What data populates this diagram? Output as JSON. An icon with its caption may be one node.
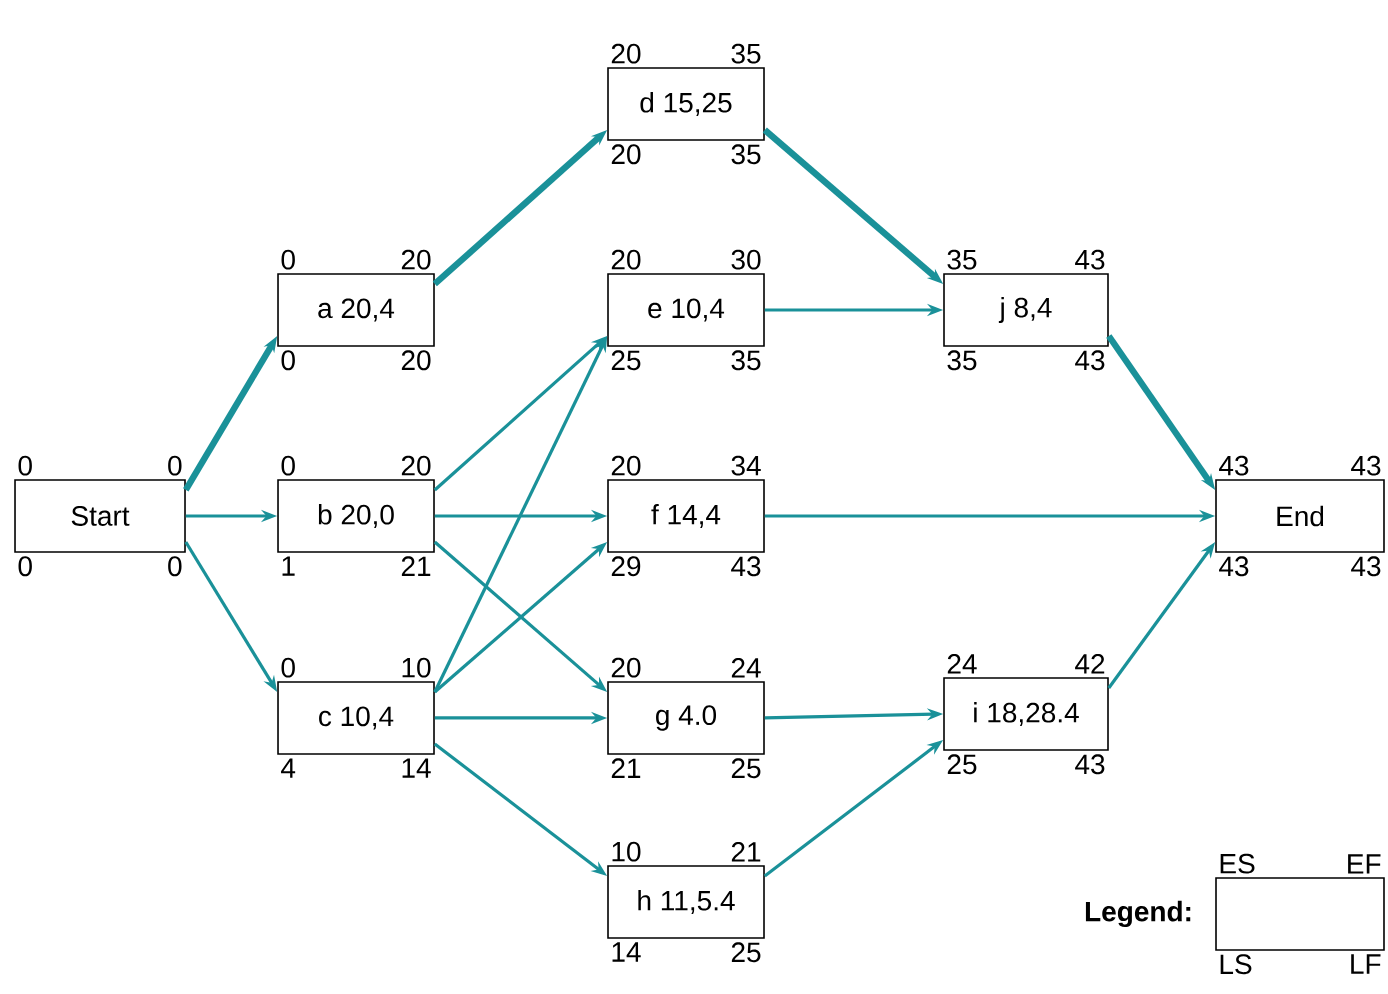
{
  "diagram": {
    "nodes": [
      {
        "text": [
          "Start"
        ],
        "beside": [
          "0",
          "0",
          "0",
          "0"
        ]
      },
      {
        "text": [
          "a 20,4"
        ],
        "beside": [
          "0",
          "20",
          "0",
          "20"
        ]
      },
      {
        "text": [
          "b 20,0"
        ],
        "beside": [
          "0",
          "20",
          "1",
          "21"
        ]
      },
      {
        "text": [
          "c 10,4"
        ],
        "beside": [
          "0",
          "10",
          "4",
          "14"
        ]
      },
      {
        "text": [
          "d 15,25"
        ],
        "beside": [
          "20",
          "35",
          "20",
          "35"
        ]
      },
      {
        "text": [
          "e 10,4"
        ],
        "beside": [
          "20",
          "30",
          "25",
          "35"
        ]
      },
      {
        "text": [
          "f 14,4"
        ],
        "beside": [
          "20",
          "34",
          "29",
          "43"
        ]
      },
      {
        "text": [
          "g 4.0"
        ],
        "beside": [
          "20",
          "24",
          "21",
          "25"
        ]
      },
      {
        "text": [
          "h 11,5.4"
        ],
        "beside": [
          "10",
          "21",
          "14",
          "25"
        ]
      },
      {
        "text": [
          "j 8,4"
        ],
        "beside": [
          "35",
          "43",
          "35",
          "43"
        ]
      },
      {
        "text": [
          "i 18,28.4"
        ],
        "beside": [
          "24",
          "42",
          "25",
          "43"
        ]
      },
      {
        "text": [
          "End"
        ],
        "beside": [
          "43",
          "43",
          "43",
          "43"
        ]
      },
      {
        "text": [],
        "shape": "box",
        "beside": [
          "ES",
          "EF",
          "LS",
          "LF"
        ]
      }
    ],
    "edges": [
      {
        "from": 0,
        "to": 1,
        "arrow": "to",
        "style": "thick"
      },
      {
        "from": 0,
        "to": 2,
        "arrow": "to"
      },
      {
        "from": 0,
        "to": 3,
        "arrow": "to"
      },
      {
        "from": 1,
        "to": 4,
        "arrow": "to",
        "style": "thick"
      },
      {
        "from": 2,
        "to": 5,
        "arrow": "to"
      },
      {
        "from": 2,
        "to": 6,
        "arrow": "to"
      },
      {
        "from": 2,
        "to": 7,
        "arrow": "to"
      },
      {
        "from": 3,
        "to": 5,
        "arrow": "to"
      },
      {
        "from": 3,
        "to": 6,
        "arrow": "to"
      },
      {
        "from": 3,
        "to": 7,
        "arrow": "to"
      },
      {
        "from": 3,
        "to": 8,
        "arrow": "to"
      },
      {
        "from": 4,
        "to": 9,
        "arrow": "to",
        "style": "thick"
      },
      {
        "from": 5,
        "to": 9,
        "arrow": "to"
      },
      {
        "from": 6,
        "to": 11,
        "arrow": "to"
      },
      {
        "from": 7,
        "to": 10,
        "arrow": "to"
      },
      {
        "from": 8,
        "to": 10,
        "arrow": "to"
      },
      {
        "from": 9,
        "to": 11,
        "arrow": "to",
        "style": "thick"
      },
      {
        "from": 10,
        "to": 11,
        "arrow": "to"
      }
    ],
    "labels": [
      "Legend:"
    ]
  }
}
